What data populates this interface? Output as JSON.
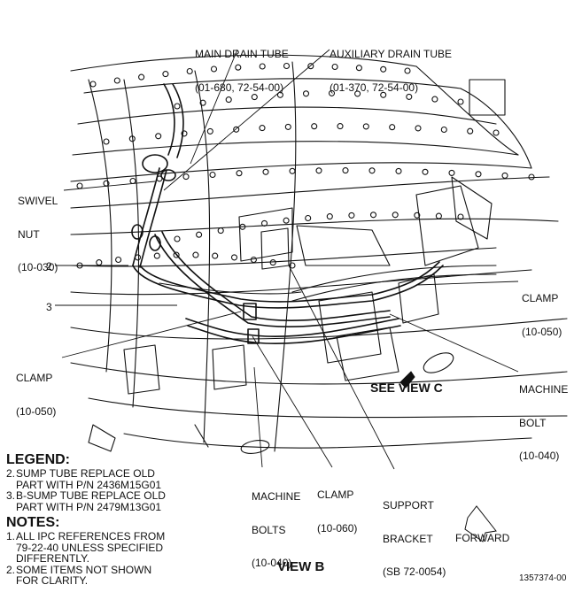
{
  "callouts": {
    "main_drain_tube": {
      "line1": "MAIN DRAIN TUBE",
      "line2": "(01-680, 72-54-00)"
    },
    "aux_drain_tube": {
      "line1": "AUXILIARY DRAIN TUBE",
      "line2": "(01-370, 72-54-00)"
    },
    "swivel_nut": {
      "line1": "SWIVEL",
      "line2": "NUT",
      "line3": "(10-030)"
    },
    "item_2": "2",
    "item_3": "3",
    "clamp_left": {
      "line1": "CLAMP",
      "line2": "(10-050)"
    },
    "clamp_right": {
      "line1": "CLAMP",
      "line2": "(10-050)"
    },
    "machine_bolt": {
      "line1": "MACHINE",
      "line2": "BOLT",
      "line3": "(10-040)"
    },
    "see_view_c": "SEE VIEW C",
    "machine_bolts": {
      "line1": "MACHINE",
      "line2": "BOLTS",
      "line3": "(10-040)"
    },
    "clamp_bottom": {
      "line1": "CLAMP",
      "line2": "(10-060)"
    },
    "support_bracket": {
      "line1": "SUPPORT",
      "line2": "BRACKET",
      "line3": "(SB 72-0054)"
    },
    "forward": "FORWARD"
  },
  "legend": {
    "title": "LEGEND:",
    "items": [
      {
        "num": "2.",
        "text": "SUMP TUBE REPLACE OLD\nPART WITH P/N 2436M15G01"
      },
      {
        "num": "3.",
        "text": "B-SUMP TUBE REPLACE OLD\nPART WITH P/N 2479M13G01"
      }
    ]
  },
  "notes": {
    "title": "NOTES:",
    "items": [
      {
        "num": "1.",
        "text": "ALL IPC REFERENCES FROM\n79-22-40 UNLESS SPECIFIED\nDIFFERENTLY."
      },
      {
        "num": "2.",
        "text": "SOME ITEMS NOT SHOWN\nFOR CLARITY."
      }
    ]
  },
  "view_title": "VIEW B",
  "figure_number": "1357374-00"
}
